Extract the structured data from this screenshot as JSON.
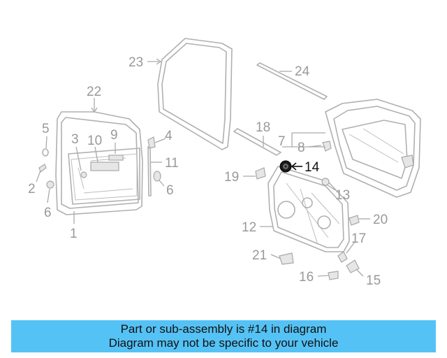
{
  "callouts": [
    {
      "id": "c1",
      "text": "1"
    },
    {
      "id": "c2",
      "text": "2"
    },
    {
      "id": "c3",
      "text": "3"
    },
    {
      "id": "c4",
      "text": "4"
    },
    {
      "id": "c5",
      "text": "5"
    },
    {
      "id": "c6a",
      "text": "6"
    },
    {
      "id": "c6b",
      "text": "6"
    },
    {
      "id": "c7",
      "text": "7"
    },
    {
      "id": "c8",
      "text": "8"
    },
    {
      "id": "c9",
      "text": "9"
    },
    {
      "id": "c10",
      "text": "10"
    },
    {
      "id": "c11",
      "text": "11"
    },
    {
      "id": "c12",
      "text": "12"
    },
    {
      "id": "c13",
      "text": "13"
    },
    {
      "id": "c14",
      "text": "14"
    },
    {
      "id": "c15",
      "text": "15"
    },
    {
      "id": "c16",
      "text": "16"
    },
    {
      "id": "c17",
      "text": "17"
    },
    {
      "id": "c18",
      "text": "18"
    },
    {
      "id": "c19",
      "text": "19"
    },
    {
      "id": "c20",
      "text": "20"
    },
    {
      "id": "c21",
      "text": "21"
    },
    {
      "id": "c22",
      "text": "22"
    },
    {
      "id": "c23",
      "text": "23"
    },
    {
      "id": "c24",
      "text": "24"
    }
  ],
  "highlighted_part": "14",
  "colors": {
    "banner": "#55c2f5",
    "highlight": "#111111",
    "muted": "#999999"
  },
  "banner": {
    "line1": "Part or sub-assembly is #14 in diagram",
    "line2": "Diagram may not be specific to your vehicle"
  }
}
